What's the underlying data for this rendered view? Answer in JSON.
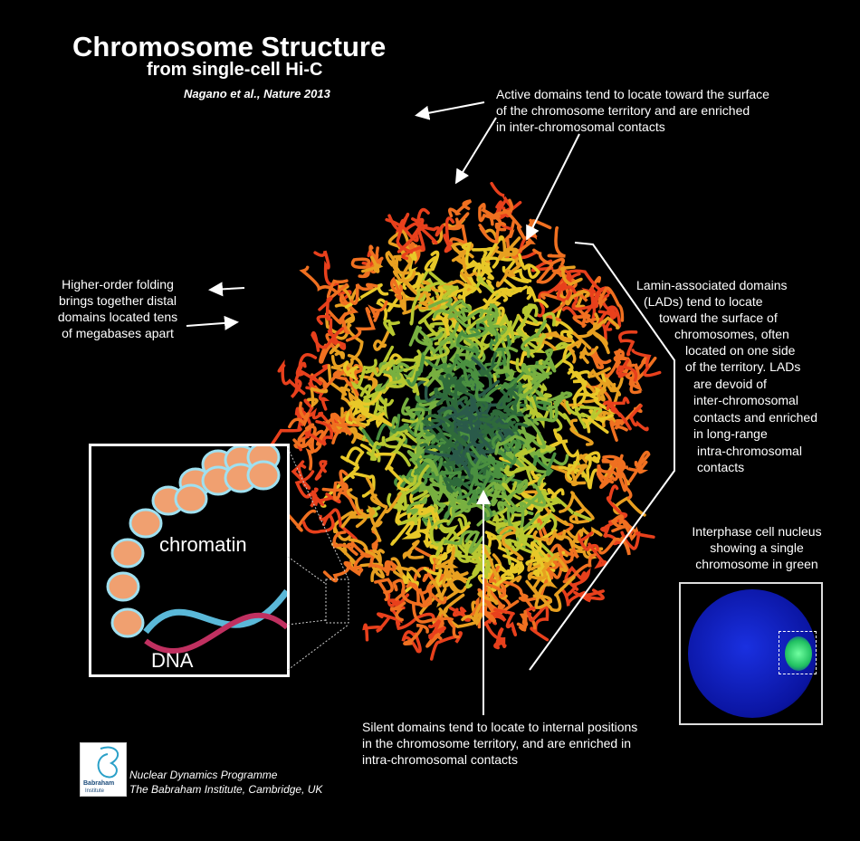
{
  "header": {
    "title": "Chromosome Structure",
    "subtitle": "from single-cell Hi-C",
    "citation": "Nagano et al., Nature 2013"
  },
  "annotations": {
    "active": [
      "Active domains tend to locate toward the surface",
      "of the chromosome territory and are enriched",
      "in inter-chromosomal contacts"
    ],
    "higher_order": [
      "Higher-order folding",
      "brings together distal",
      "domains located tens",
      "of megabases apart"
    ],
    "lads": [
      "Lamin-associated domains",
      "(LADs) tend to locate",
      "toward the surface of",
      "chromosomes, often",
      "located on one side",
      "of the territory. LADs",
      "are devoid of",
      "inter-chromosomal",
      "contacts and enriched",
      "in long-range",
      "intra-chromosomal",
      "contacts"
    ],
    "silent": [
      "Silent domains tend to locate to internal positions",
      "in the chromosome territory, and are enriched in",
      "intra-chromosomal contacts"
    ],
    "nucleus": [
      "Interphase cell nucleus",
      "showing a single",
      "chromosome in green"
    ]
  },
  "inset": {
    "chromatin_label": "chromatin",
    "dna_label": "DNA"
  },
  "footer": {
    "logo_text": "Babraham Institute",
    "line1": "Nuclear Dynamics Programme",
    "line2": "The Babraham Institute, Cambridge, UK"
  },
  "colors": {
    "background": "#000000",
    "active": "#e8401c",
    "intermediate": "#e8c020",
    "silent": "#2e6a3a",
    "nucleus": "#1020c0",
    "territory": "#30e070"
  }
}
